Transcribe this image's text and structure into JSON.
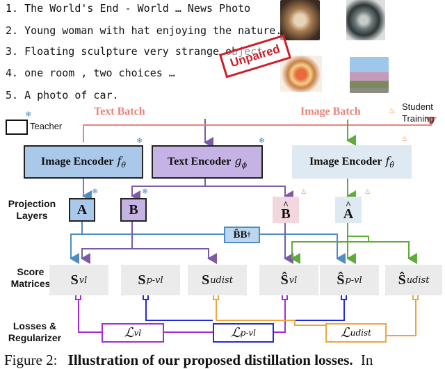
{
  "captions": [
    "1. The World's End - World … News Photo",
    "2. Young woman with hat enjoying the nature.",
    "3. Floating sculpture very strange object",
    "4. one room , two choices  …",
    "5. A photo of car."
  ],
  "stamp": "Unpaired",
  "legend": {
    "teacher": "Teacher",
    "student_line1": "Student",
    "student_line2": "Training"
  },
  "batches": {
    "text": "Text Batch",
    "image": "Image Batch"
  },
  "encoders": {
    "image_teacher": "Image Encoder",
    "text": "Text Encoder",
    "image_student": "Image Encoder"
  },
  "projection": {
    "a": "A",
    "b": "B",
    "b_hat": "B",
    "a_hat": "A",
    "bridge": "B̂B"
  },
  "row_labels": {
    "projection_1": "Projection",
    "projection_2": "Layers",
    "score_1": "Score",
    "score_2": "Matrices",
    "losses_1": "Losses &",
    "losses_2": "Regularizer"
  },
  "scores": [
    {
      "base": "S",
      "sup": "vl"
    },
    {
      "base": "S",
      "sup": "p-vl"
    },
    {
      "base": "S",
      "sup": "udist"
    },
    {
      "base": "Ŝ",
      "sup": "vl"
    },
    {
      "base": "Ŝ",
      "sup": "p-vl"
    },
    {
      "base": "Ŝ",
      "sup": "udist"
    }
  ],
  "losses": [
    {
      "base": "ℒ",
      "sub": "vl"
    },
    {
      "base": "ℒ",
      "sub": "p-vl"
    },
    {
      "base": "ℒ",
      "sub": "udist"
    }
  ],
  "caption": {
    "figure": "Figure 2:",
    "title": "Illustration of our proposed distillation losses.",
    "tail": "In"
  },
  "colors": {
    "text_batch": "#e8847a",
    "image_batch": "#e8847a",
    "text_path": "#7b5aa6",
    "image_teacher_path": "#4e8cc2",
    "student_path": "#5fab3c",
    "enc_blue": "#a9c8ea",
    "enc_purple": "#c5b3e6",
    "enc_student": "#dfe9f1",
    "loss_purple": "#a12cd8",
    "loss_blue": "#1f2bd6",
    "loss_orange": "#f0a53a"
  }
}
